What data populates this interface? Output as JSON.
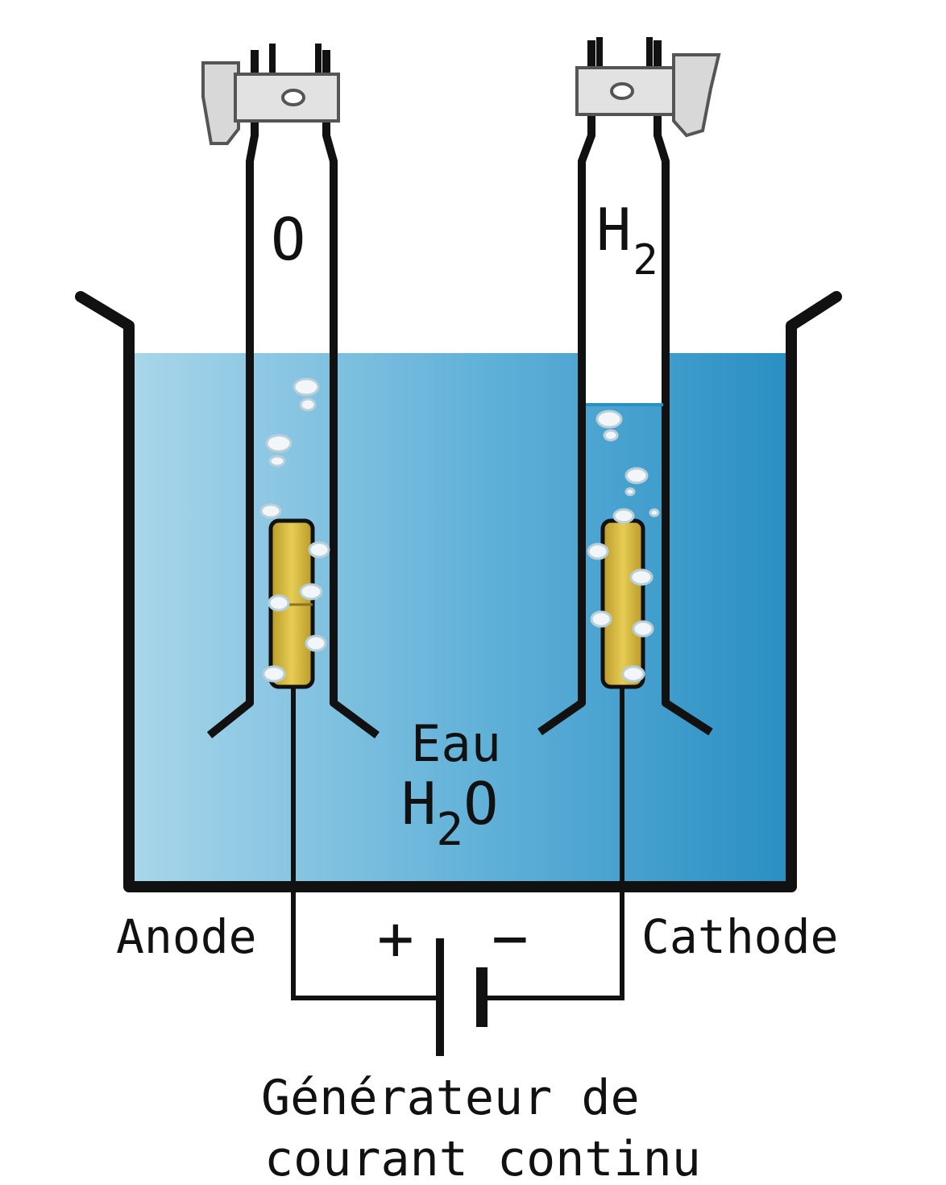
{
  "labels": {
    "anode_gas": "O",
    "cathode_gas_symbol": "H",
    "cathode_gas_subscript": "2",
    "water_name": "Eau",
    "water_formula_h": "H",
    "water_formula_sub": "2",
    "water_formula_o": "O",
    "anode": "Anode",
    "cathode": "Cathode",
    "plus": "+",
    "minus": "−",
    "generator_line1": "Générateur de",
    "generator_line2": "courant continu"
  },
  "colors": {
    "water_light": "#a9d6ea",
    "water_dark": "#2a8fc3",
    "electrode": "#d8b93a",
    "stroke": "#111111",
    "tap": "#d8d8d8"
  }
}
